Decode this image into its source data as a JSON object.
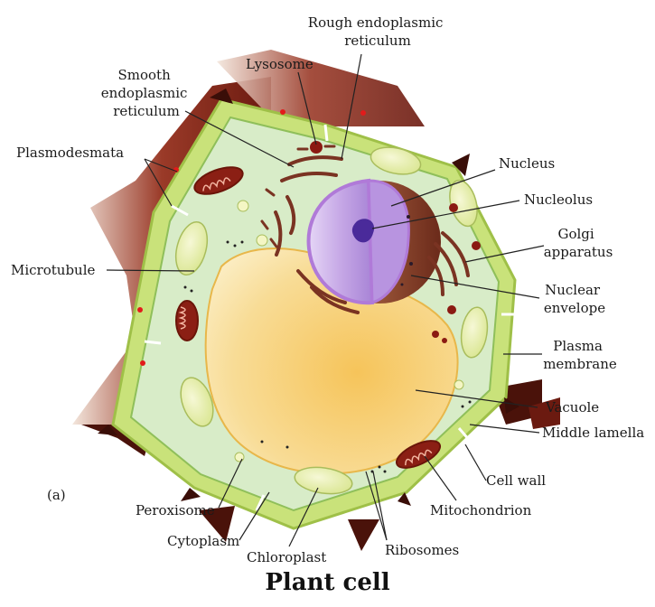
{
  "figure_tag": "(a)",
  "caption": "Plant cell",
  "labels": {
    "rough_er": [
      "Rough endoplasmic",
      "reticulum"
    ],
    "lysosome": "Lysosome",
    "smooth_er": [
      "Smooth",
      "endoplasmic",
      "reticulum"
    ],
    "plasmodesmata": "Plasmodesmata",
    "nucleus": "Nucleus",
    "nucleolus": "Nucleolus",
    "golgi": [
      "Golgi",
      "apparatus"
    ],
    "microtubule": "Microtubule",
    "nuclear_envelope": [
      "Nuclear",
      "envelope"
    ],
    "plasma_membrane": [
      "Plasma",
      "membrane"
    ],
    "vacuole": "Vacuole",
    "middle_lamella": "Middle lamella",
    "cell_wall": "Cell wall",
    "mitochondrion": "Mitochondrion",
    "peroxisome": "Peroxisome",
    "cytoplasm": "Cytoplasm",
    "chloroplast": "Chloroplast",
    "ribosomes": "Ribosomes"
  },
  "colors": {
    "cytoplasm": "#d8ecc8",
    "cell_wall": "#c9e27a",
    "neighbor_wall": "#8a2b1e",
    "vacuole": "#f6c960",
    "nucleus": "#c6a8e6",
    "nucleolus": "#4a2a9a",
    "mitochondrion": "#8b1f14",
    "chloroplast": "#e9efb2",
    "lysosome": "#8b1a12"
  }
}
